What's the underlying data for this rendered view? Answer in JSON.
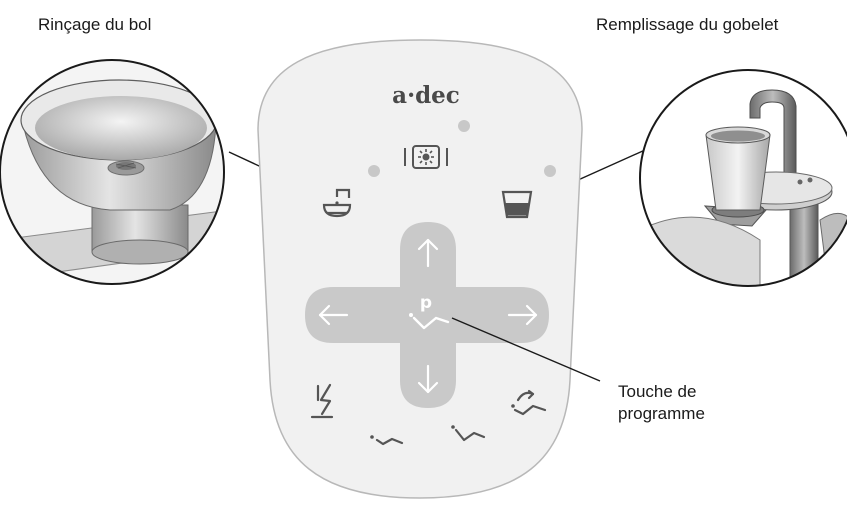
{
  "labels": {
    "bowl_rinse": "Rinçage du bol",
    "cup_fill": "Remplissage du gobelet",
    "program_key_line1": "Touche de",
    "program_key_line2": "programme"
  },
  "panel": {
    "brand": "a·dec",
    "program_letter": "p"
  },
  "colors": {
    "panel_fill": "#f1f1f1",
    "panel_stroke": "#b8b8b8",
    "touch_pad": "#c9c9c9",
    "icon": "#555555",
    "indicator": "#c8c8c8",
    "leader_line": "#1a1a1a"
  },
  "icons": {
    "bowl_rinse_key": "bowl-rinse-icon",
    "cup_fill_key": "cup-fill-icon",
    "light_key": "operatory-light-icon",
    "up_key": "arrow-up-icon",
    "down_key": "arrow-down-icon",
    "left_key": "arrow-left-icon",
    "right_key": "arrow-right-icon",
    "program_key": "program-chair-icon",
    "emergency_key": "emergency-stop-icon",
    "entry_key": "chair-entry-exit-icon",
    "treat_key": "chair-treatment-icon",
    "return_key": "chair-return-icon"
  }
}
